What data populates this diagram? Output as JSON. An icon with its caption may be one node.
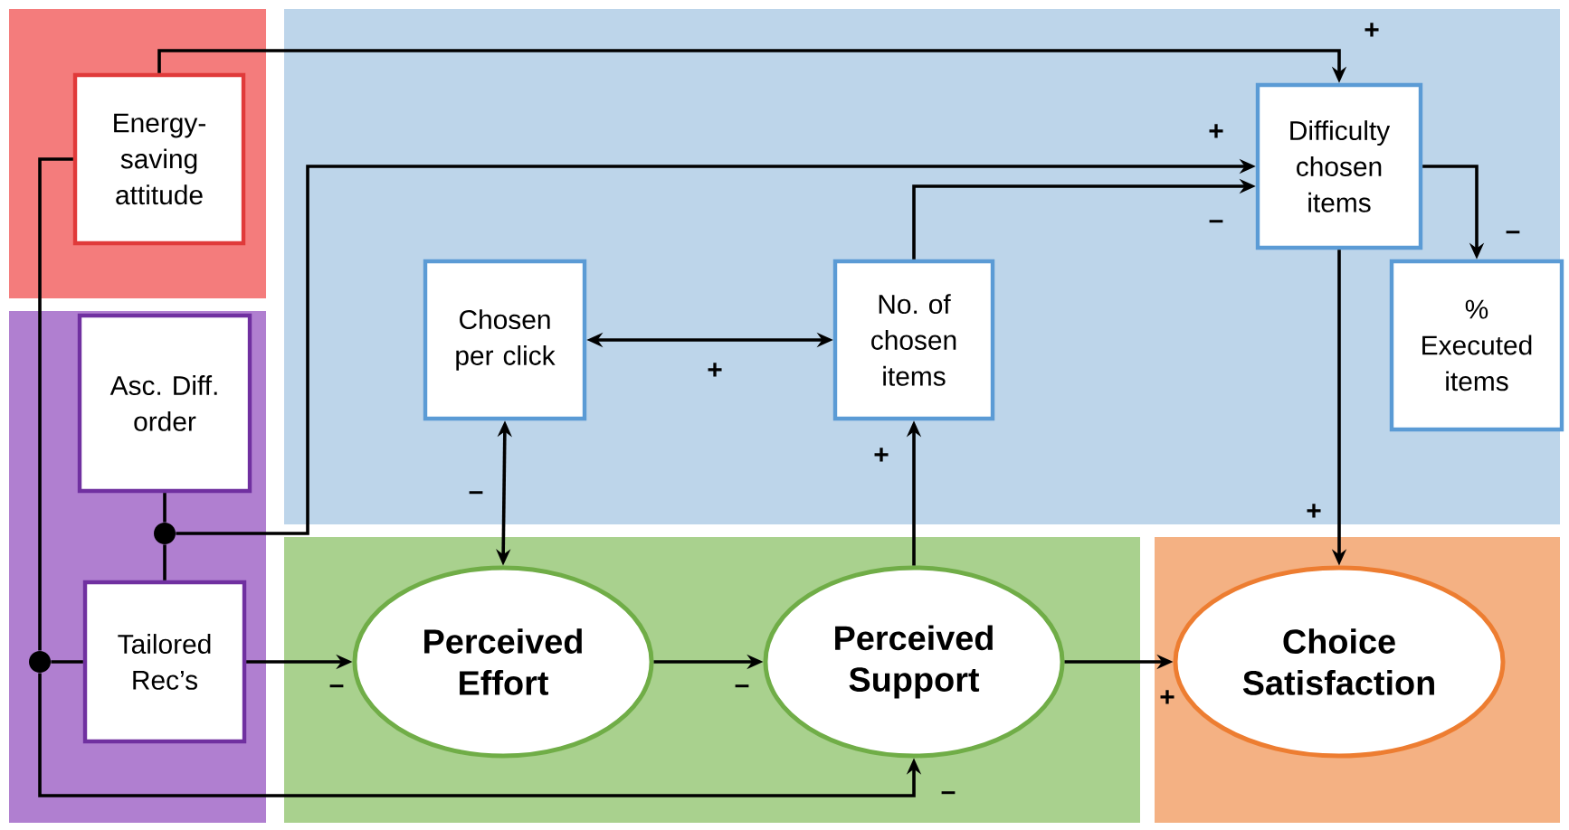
{
  "diagram": {
    "nodes": [
      {
        "text": [
          "Energy-saving attitude"
        ]
      },
      {
        "text": [
          "Asc. Diff. order"
        ]
      },
      {
        "text": [
          "Tailored Rec’s"
        ]
      },
      {
        "text": [
          "Chosen per click"
        ]
      },
      {
        "text": [
          "No. of chosen items"
        ]
      },
      {
        "text": [
          "Difficulty chosen items"
        ]
      },
      {
        "text": [
          "% Executed items"
        ]
      },
      {
        "text": [
          "Perceived Effort"
        ]
      },
      {
        "text": [
          "Perceived Support"
        ]
      },
      {
        "text": [
          "Choice Satisfaction"
        ]
      },
      {
        "text": [],
        "shape": "circle"
      },
      {
        "text": [],
        "shape": "circle"
      }
    ],
    "edges": [
      {
        "from": 0,
        "to": 5,
        "arrow": "to",
        "label": "+"
      },
      {
        "from": 0,
        "to": 10,
        "arrow": "none"
      },
      {
        "from": 2,
        "to": 10,
        "arrow": "none"
      },
      {
        "from": 10,
        "to": 8,
        "arrow": "to",
        "label": "–"
      },
      {
        "from": 1,
        "to": 11,
        "arrow": "none"
      },
      {
        "from": 2,
        "to": 11,
        "arrow": "none"
      },
      {
        "from": 11,
        "to": 5,
        "arrow": "to",
        "label": "+"
      },
      {
        "from": 3,
        "to": 4,
        "arrow": "both",
        "label": "+"
      },
      {
        "from": 3,
        "to": 7,
        "arrow": "both",
        "label": "–"
      },
      {
        "from": 4,
        "to": 5,
        "arrow": "to",
        "label": "–"
      },
      {
        "from": 5,
        "to": 6,
        "arrow": "to",
        "label": "–"
      },
      {
        "from": 5,
        "to": 9,
        "arrow": "to",
        "label": "+"
      },
      {
        "from": 8,
        "to": 4,
        "arrow": "to",
        "label": "+"
      },
      {
        "from": 2,
        "to": 7,
        "arrow": "to",
        "label": "–"
      },
      {
        "from": 7,
        "to": 8,
        "arrow": "to",
        "label": "–"
      },
      {
        "from": 8,
        "to": 9,
        "arrow": "to",
        "label": "+"
      }
    ]
  }
}
